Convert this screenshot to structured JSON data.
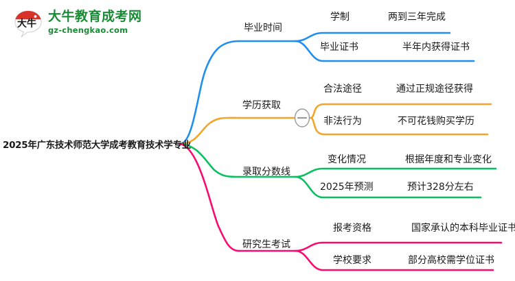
{
  "logo": {
    "badge_text": "大牛",
    "brand_cn": "大牛教育成考网",
    "brand_en": "gz-chengkao.com",
    "brand_color": "#1a8a36",
    "badge_accent": "#d8332a"
  },
  "mindmap": {
    "root": {
      "label": "2025年广东技术师范大学成考教育技术学专业"
    },
    "collapse_toggle": {
      "symbol": "−",
      "color": "#9a9a9a"
    },
    "branches": [
      {
        "label": "毕业时间",
        "color": "#1f8ef1",
        "children": [
          {
            "label": "学制",
            "detail": "两到三年完成"
          },
          {
            "label": "毕业证书",
            "detail": "半年内获得证书"
          }
        ]
      },
      {
        "label": "学历获取",
        "color": "#f2a42b",
        "children": [
          {
            "label": "合法途径",
            "detail": "通过正规途径获得"
          },
          {
            "label": "非法行为",
            "detail": "不可花钱购买学历"
          }
        ]
      },
      {
        "label": "录取分数线",
        "color": "#09bf5f",
        "children": [
          {
            "label": "变化情况",
            "detail": "根据年度和专业变化"
          },
          {
            "label": "2025年预测",
            "detail": "预计328分左右"
          }
        ]
      },
      {
        "label": "研究生考试",
        "color": "#fa0a6e",
        "children": [
          {
            "label": "报考资格",
            "detail": "国家承认的本科毕业证书"
          },
          {
            "label": "学校要求",
            "detail": "部分高校需学位证书"
          }
        ]
      }
    ]
  }
}
